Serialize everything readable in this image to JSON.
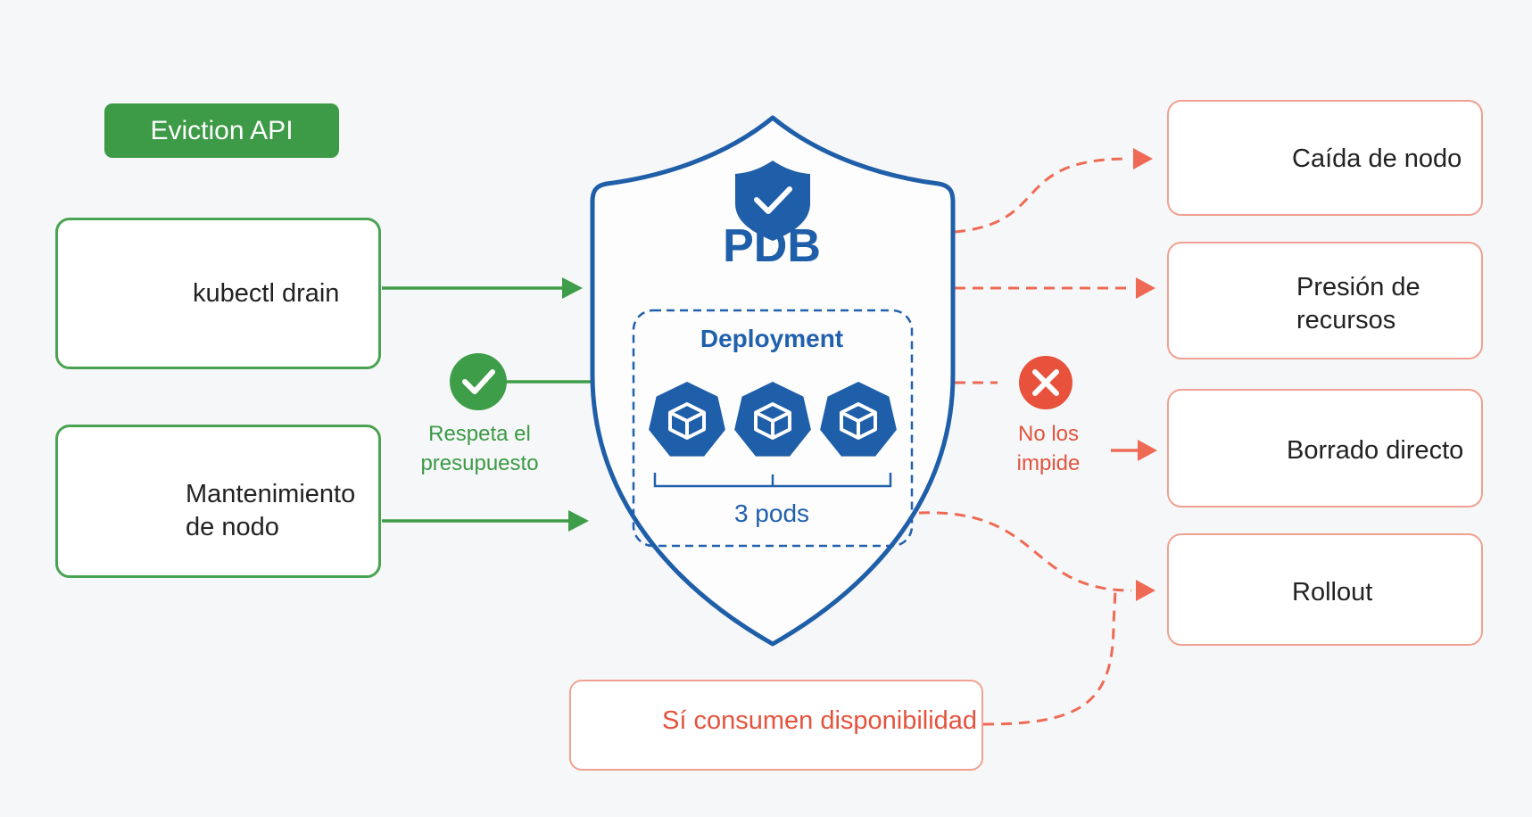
{
  "tag": "Eviction API",
  "left_sources": [
    {
      "label": "kubectl drain",
      "icon": "terminal-icon"
    },
    {
      "label_line1": "Mantenimiento",
      "label_line2": "de nodo",
      "icon": "wrench-icon"
    }
  ],
  "center": {
    "title": "PDB",
    "group_label": "Deployment",
    "pods_label": "3 pods",
    "pod_count": 3
  },
  "respects": {
    "line1": "Respeta el",
    "line2": "presupuesto"
  },
  "not_prevented": {
    "line1": "No los",
    "line2": "impide"
  },
  "right_items": [
    {
      "label": "Caída de nodo",
      "icon": "server-error-icon"
    },
    {
      "label_line1": "Presión de",
      "label_line2": "recursos",
      "icon": "gauge-icon"
    },
    {
      "label": "Borrado directo",
      "icon": "trash-icon"
    },
    {
      "label": "Rollout",
      "icon": "refresh-icon"
    }
  ],
  "note": {
    "label": "Sí consumen disponibilidad",
    "icon": "info-icon"
  },
  "colors": {
    "green": "#3d9a47",
    "blue": "#1f5ea8",
    "red": "#e4533e"
  }
}
